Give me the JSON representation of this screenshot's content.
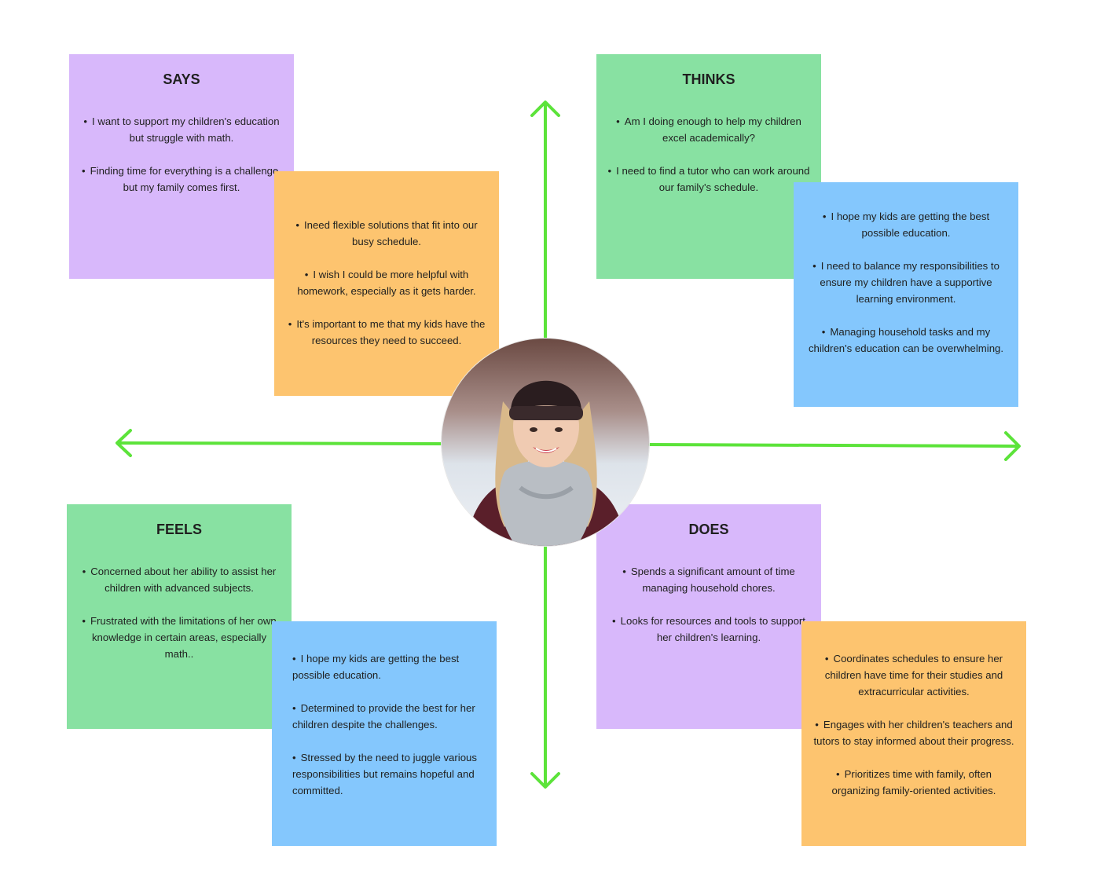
{
  "colors": {
    "axis": "#5ce33a",
    "purple": "#d8b8fb",
    "green": "#88e1a2",
    "orange": "#fdc46f",
    "blue": "#84c7fd"
  },
  "avatar": {
    "icon": "person-photo"
  },
  "says": {
    "title": "SAYS",
    "items": [
      "I want to support my children's education but struggle with math.",
      "Finding time for everything is a challenge, but my family comes first."
    ]
  },
  "says_note": {
    "items": [
      "Ineed flexible solutions that fit into our busy schedule.",
      "I wish I could be more helpful with homework, especially as it gets harder.",
      "It's important to me that my kids have the resources they need to succeed."
    ]
  },
  "thinks": {
    "title": "THINKS",
    "items": [
      "Am I doing enough to help my children excel academically?",
      "I need to find a tutor who can work around our family's schedule."
    ]
  },
  "thinks_note": {
    "items": [
      "I hope my kids are getting the best possible education.",
      "I need to balance my responsibilities to ensure my children have a supportive learning environment.",
      "Managing household tasks and my children's education can be overwhelming."
    ]
  },
  "feels": {
    "title": "FEELS",
    "items": [
      "Concerned about her ability to assist her children with advanced subjects.",
      "Frustrated with the limitations of her own knowledge in certain areas, especially math.."
    ]
  },
  "feels_note": {
    "items": [
      "I hope my kids are getting the best possible education.",
      "Determined to provide the best for her children despite the challenges.",
      "Stressed by the need to juggle various responsibilities but remains hopeful and committed."
    ]
  },
  "does": {
    "title": "DOES",
    "items": [
      "Spends a significant amount of time managing household chores.",
      "Looks for resources and tools to support her children's learning."
    ]
  },
  "does_note": {
    "items": [
      "Coordinates schedules to ensure her children have time for their studies and extracurricular activities.",
      "Engages with her children's teachers and tutors to stay informed about their progress.",
      "Prioritizes time with family, often organizing family-oriented activities."
    ]
  }
}
